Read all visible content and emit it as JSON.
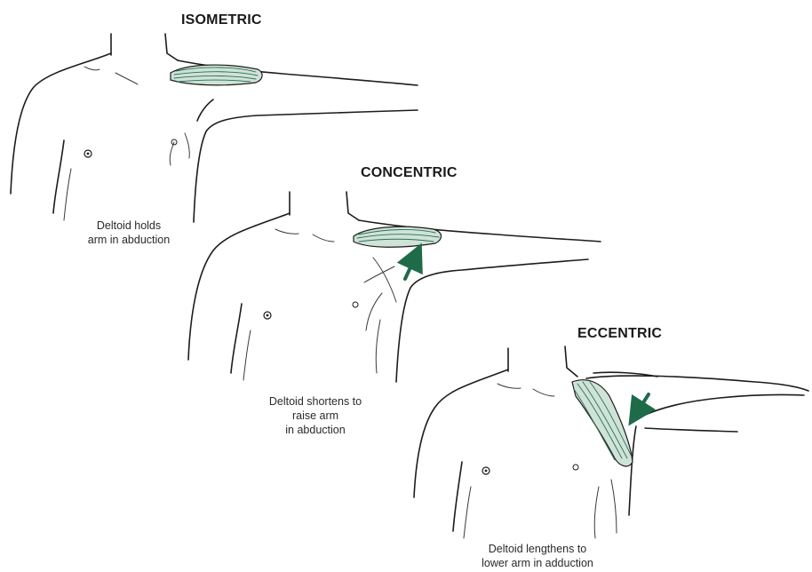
{
  "colors": {
    "muscle": "#2e6e55",
    "muscle_fill": "#cfe3d8",
    "arrow": "#1e6b4a",
    "ink": "#1c1c1c"
  },
  "panels": [
    {
      "id": "isometric",
      "title": "ISOMETRIC",
      "caption_lines": [
        "Deltoid holds",
        "arm in abduction"
      ],
      "arrow": "none"
    },
    {
      "id": "concentric",
      "title": "CONCENTRIC",
      "caption_lines": [
        "Deltoid shortens to",
        "raise arm",
        "in abduction"
      ],
      "arrow": "up-arrow"
    },
    {
      "id": "eccentric",
      "title": "ECCENTRIC",
      "caption_lines": [
        "Deltoid lengthens to",
        "lower arm in adduction"
      ],
      "arrow": "down-arrow"
    }
  ]
}
